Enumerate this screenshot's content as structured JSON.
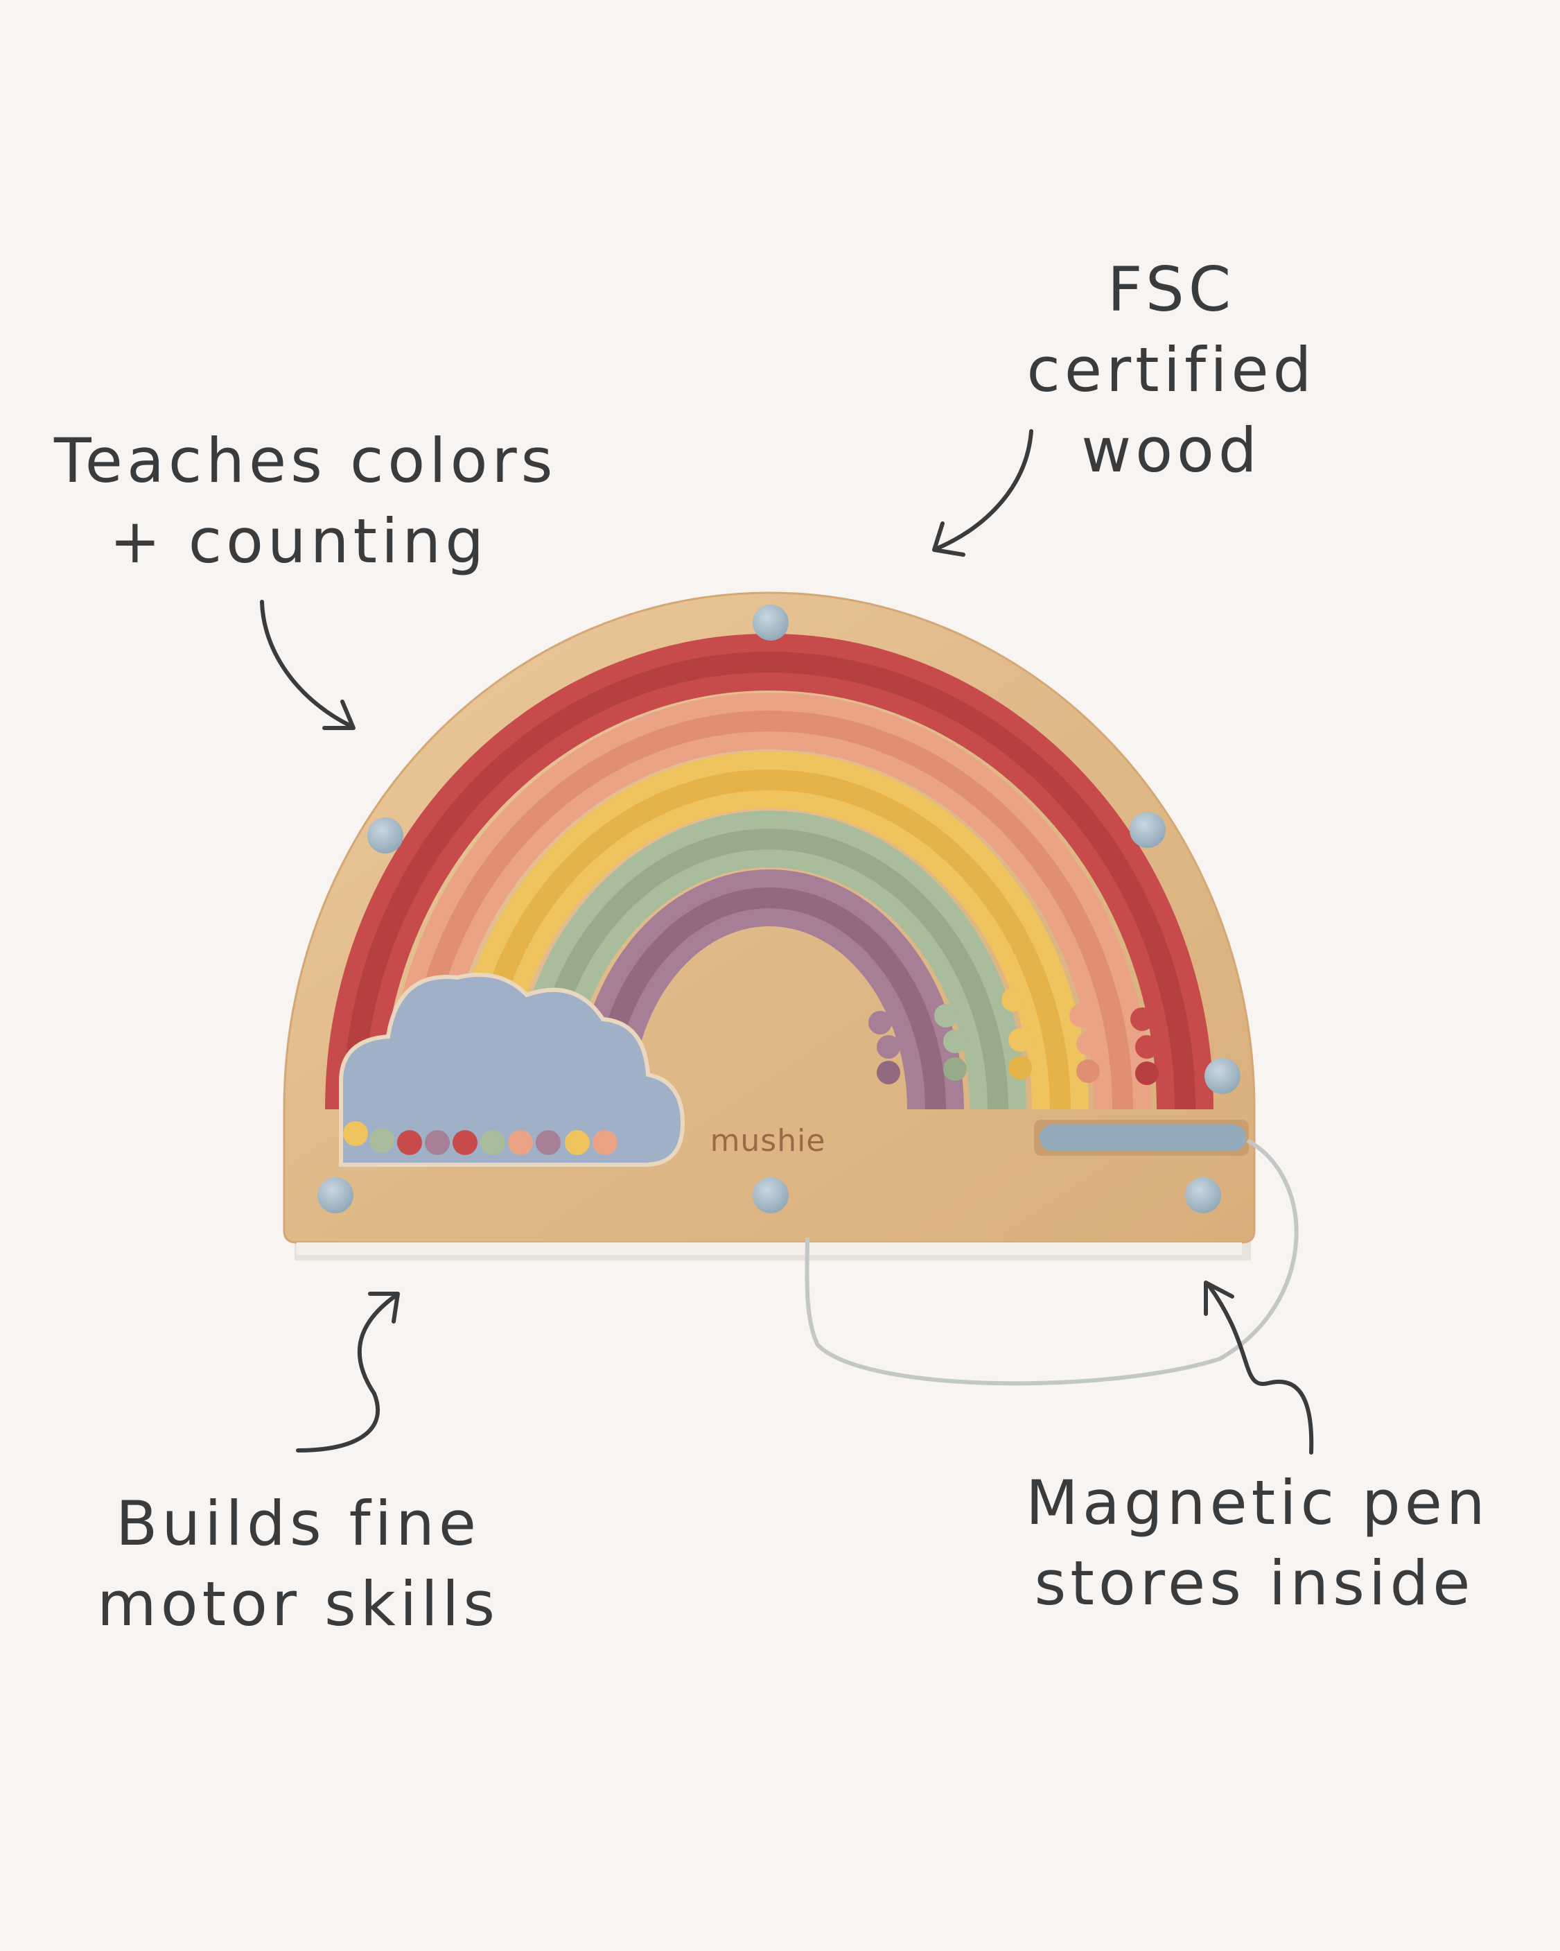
{
  "callouts": {
    "teaches": {
      "line1": "Teaches colors",
      "line2": "+ counting"
    },
    "fsc": {
      "line1": "FSC",
      "line2": "certified",
      "line3": "wood"
    },
    "builds": {
      "line1": "Builds fine",
      "line2": "motor skills"
    },
    "magnetic": {
      "line1": "Magnetic pen",
      "line2": "stores inside"
    }
  },
  "board": {
    "brand": "mushie"
  },
  "colors": {
    "background": "#f7f4f1",
    "text": "#3a3b3d",
    "wood": "#e2be92",
    "red": "#c74b4b",
    "peach": "#eba386",
    "yellow": "#efc35d",
    "sage": "#a9bc9c",
    "mauve": "#a67f96",
    "cloud": "#9fb0c7",
    "peg": "#a9bdca"
  }
}
